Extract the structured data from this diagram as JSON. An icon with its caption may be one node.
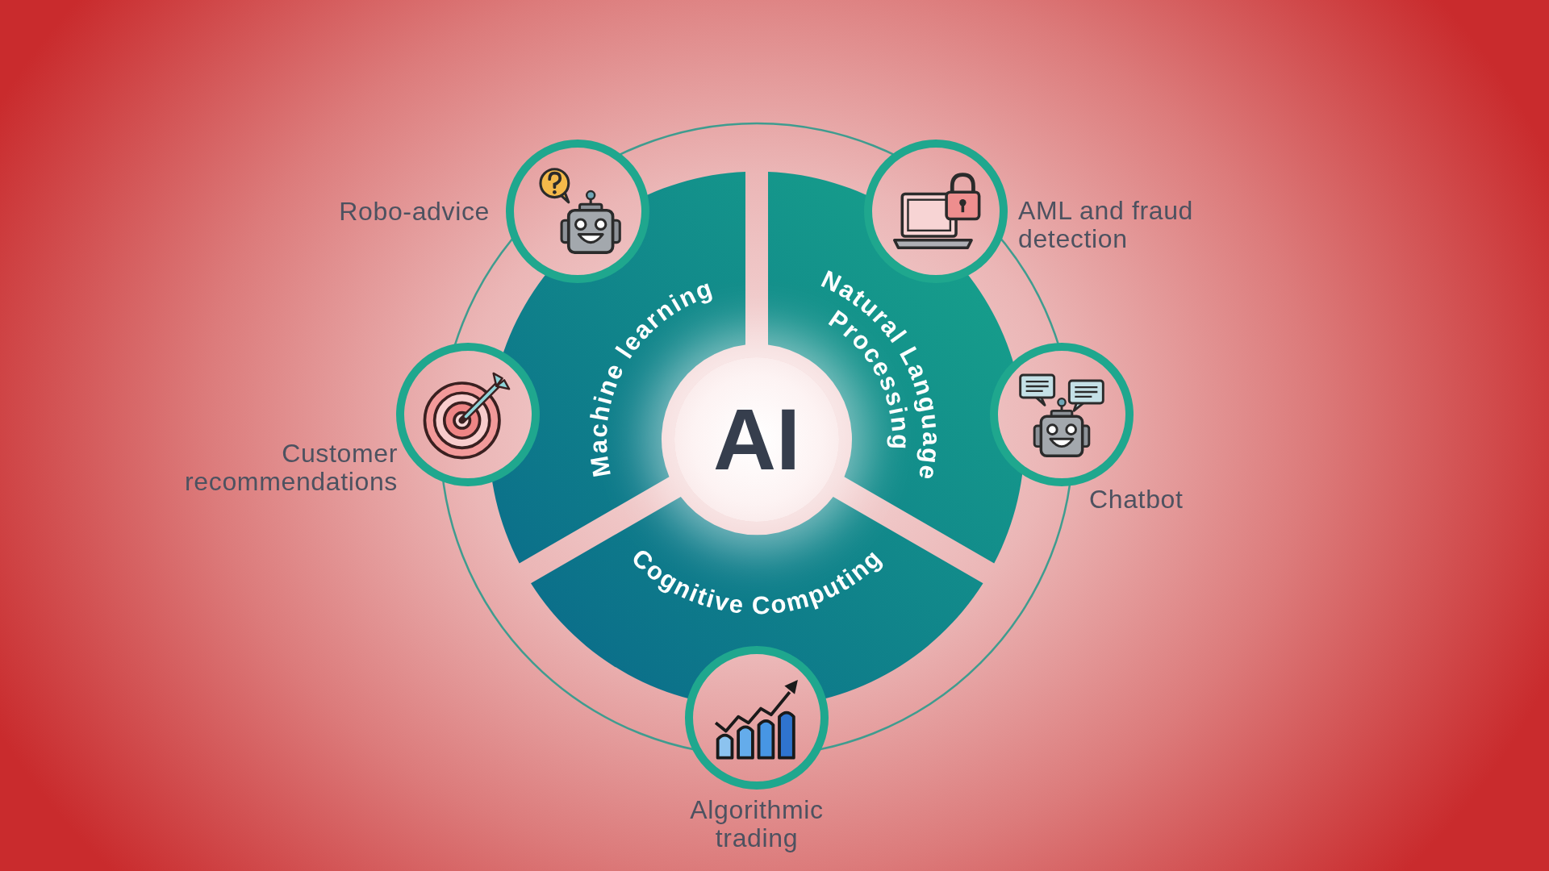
{
  "diagram": {
    "nodes": [
      {
        "text": [
          "AI"
        ]
      },
      {
        "text": [
          "Machine learning"
        ]
      },
      {
        "text": [
          "Natural Language Processing"
        ]
      },
      {
        "text": [
          "Cognitive Computing"
        ]
      },
      {
        "text": [
          "Robo-advice"
        ]
      },
      {
        "text": [
          "AML and fraud detection"
        ]
      },
      {
        "text": [
          "Customer recommendations"
        ]
      },
      {
        "text": [
          "Chatbot"
        ]
      },
      {
        "text": [
          "Algorithmic trading"
        ]
      }
    ]
  }
}
